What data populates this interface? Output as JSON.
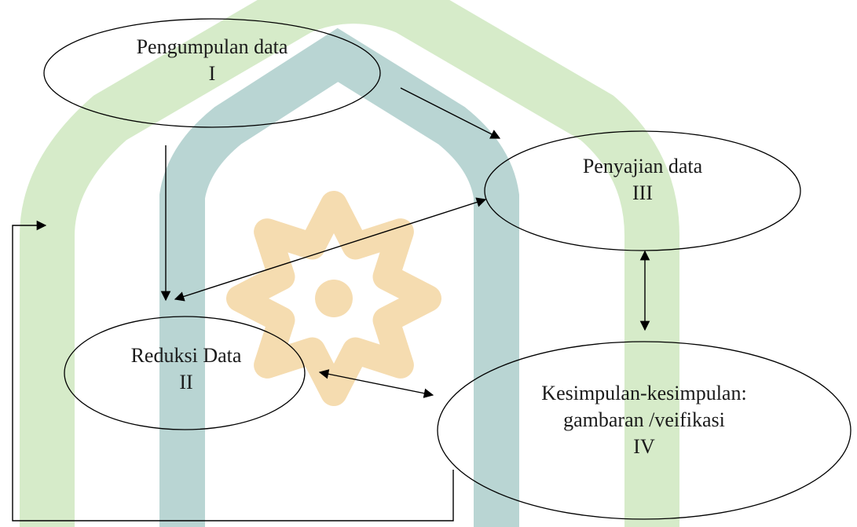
{
  "nodes": {
    "pengumpulan": {
      "line1": "Pengumpulan data",
      "line2": "I"
    },
    "reduksi": {
      "line1": "Reduksi Data",
      "line2": "II"
    },
    "penyajian": {
      "line1": "Penyajian data",
      "line2": "III"
    },
    "kesimpulan": {
      "line1": "Kesimpulan-kesimpulan:",
      "line2": "gambaran /veifikasi",
      "line3": "IV"
    }
  },
  "colors": {
    "watermark_green": "#d6ebc9",
    "watermark_teal": "#b9d5d3",
    "watermark_gold": "#f5dcb0",
    "stroke": "#000000",
    "text": "#1a1a1a"
  }
}
